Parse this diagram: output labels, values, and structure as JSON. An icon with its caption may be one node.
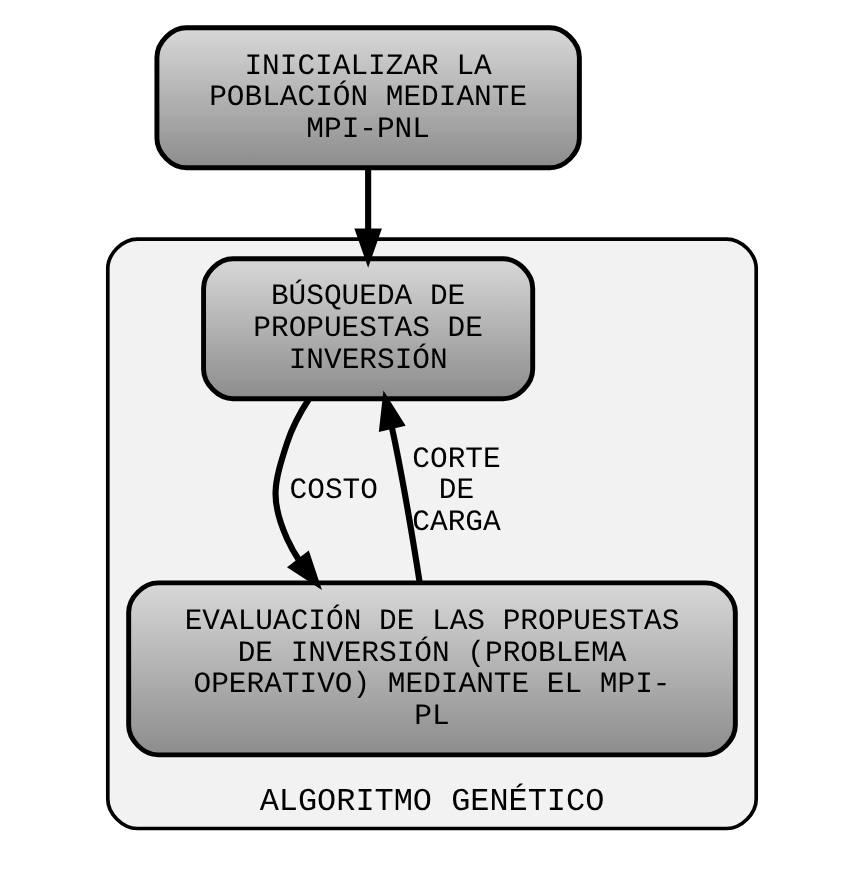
{
  "diagram": {
    "nodes": [
      {
        "text": [
          "INICIALIZAR LA POBLACIÓN MEDIANTE MPI-PNL"
        ]
      },
      {
        "text": [
          "ALGORITMO GENÉTICO"
        ]
      },
      {
        "text": [
          "BÚSQUEDA DE PROPUESTAS DE INVERSIÓN"
        ],
        "in": 1
      },
      {
        "text": [
          "EVALUACIÓN DE LAS PROPUESTAS DE INVERSIÓN (PROBLEMA OPERATIVO) MEDIANTE EL MPI-PL"
        ],
        "in": 1
      }
    ],
    "edges": [
      {
        "from": 0,
        "to": 2,
        "arrow": "to"
      },
      {
        "from": 2,
        "to": 3,
        "label": "COSTO",
        "arrow": "to"
      },
      {
        "from": 3,
        "to": 2,
        "label": "CORTE DE CARGA",
        "arrow": "to"
      }
    ]
  }
}
